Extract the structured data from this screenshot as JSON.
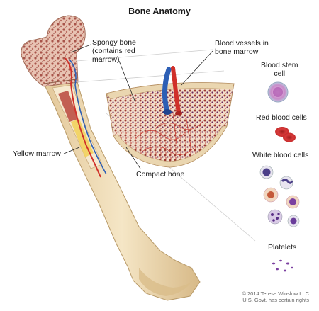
{
  "title": "Bone Anatomy",
  "labels": {
    "spongy_bone": "Spongy bone\n(contains red\nmarrow)",
    "blood_vessels": "Blood vessels in\nbone marrow",
    "blood_stem_cell": "Blood stem\ncell",
    "red_blood_cells": "Red blood cells",
    "white_blood_cells": "White blood cells",
    "platelets": "Platelets",
    "yellow_marrow": "Yellow marrow",
    "compact_bone": "Compact bone"
  },
  "copyright": "© 2014 Terese Winslow LLC\nU.S. Govt. has certain rights",
  "colors": {
    "bone": "#efdcb8",
    "bone_shade": "#d9bd8a",
    "spongy": "#c99484",
    "marrow_red": "#b9473c",
    "yellow_marrow": "#f2d25c",
    "artery": "#d0302a",
    "vein": "#2d5fb5",
    "stem_cell": "#c98bc9",
    "white_cell": "#7b3fa0"
  }
}
